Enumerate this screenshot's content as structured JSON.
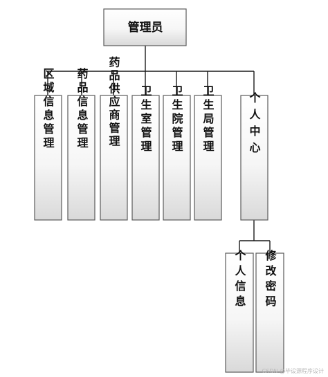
{
  "root": {
    "label": "管理员"
  },
  "modules": [
    {
      "key": "region",
      "label": "区域信息管理"
    },
    {
      "key": "drug",
      "label": "药品信息管理"
    },
    {
      "key": "supplier",
      "label": "药品供应商管理"
    },
    {
      "key": "health_room",
      "label": "卫生室管理"
    },
    {
      "key": "health_center",
      "label": "卫生院管理"
    },
    {
      "key": "health_bureau",
      "label": "卫生局管理"
    },
    {
      "key": "personal_center",
      "label": "个人中心"
    }
  ],
  "sub_modules": [
    {
      "key": "personal_info",
      "label": "个人信息"
    },
    {
      "key": "change_password",
      "label": "修改密码"
    }
  ],
  "watermark": "CSDN @毕设源程序设计"
}
